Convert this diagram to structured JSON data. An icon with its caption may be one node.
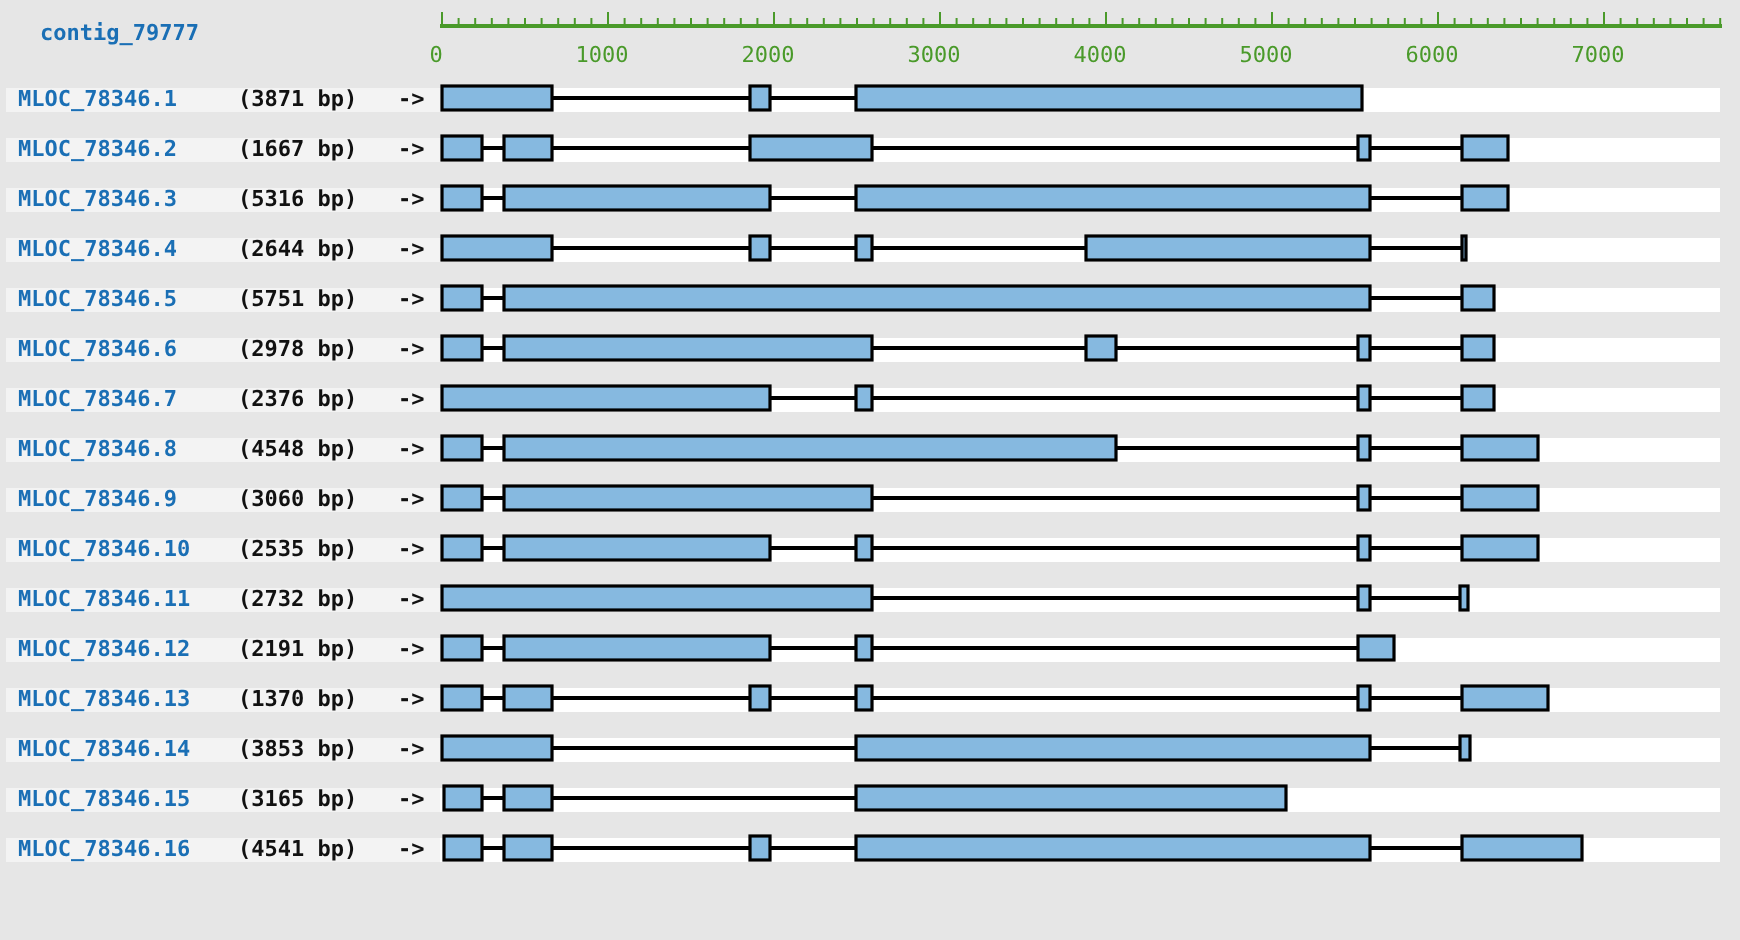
{
  "diagram": {
    "title": "contig_79777",
    "labels": [
      "0",
      "1000",
      "2000",
      "3000",
      "4000",
      "5000",
      "6000",
      "7000",
      "MLOC_78346.1",
      "(3871 bp)",
      "->",
      "MLOC_78346.2",
      "(1667 bp)",
      "->",
      "MLOC_78346.3",
      "(5316 bp)",
      "->",
      "MLOC_78346.4",
      "(2644 bp)",
      "->",
      "MLOC_78346.5",
      "(5751 bp)",
      "->",
      "MLOC_78346.6",
      "(2978 bp)",
      "->",
      "MLOC_78346.7",
      "(2376 bp)",
      "->",
      "MLOC_78346.8",
      "(4548 bp)",
      "->",
      "MLOC_78346.9",
      "(3060 bp)",
      "->",
      "MLOC_78346.10",
      "(2535 bp)",
      "->",
      "MLOC_78346.11",
      "(2732 bp)",
      "->",
      "MLOC_78346.12",
      "(2191 bp)",
      "->",
      "MLOC_78346.13",
      "(1370 bp)",
      "->",
      "MLOC_78346.14",
      "(3853 bp)",
      "->",
      "MLOC_78346.15",
      "(3165 bp)",
      "->",
      "MLOC_78346.16",
      "(4541 bp)",
      "->"
    ]
  }
}
